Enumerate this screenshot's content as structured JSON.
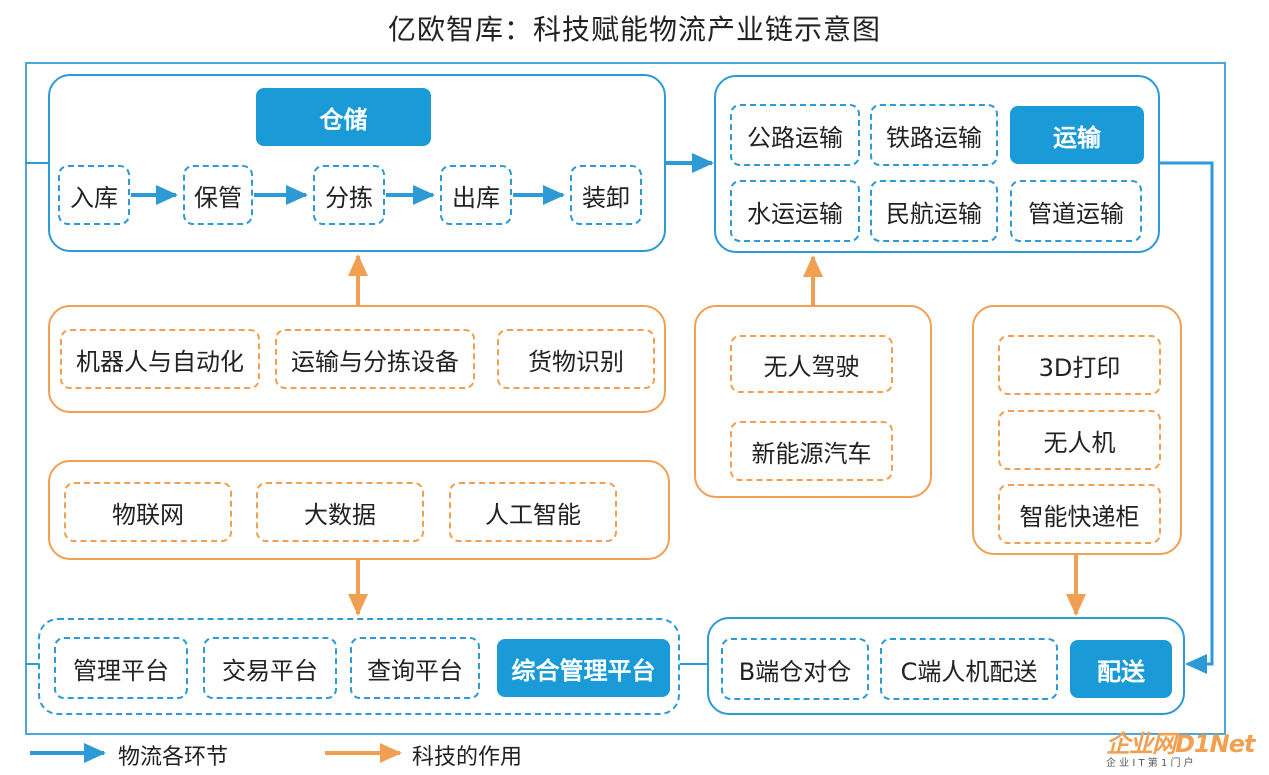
{
  "title": "亿欧智库：科技赋能物流产业链示意图",
  "warehouse": {
    "header": "仓储",
    "steps": [
      "入库",
      "保管",
      "分拣",
      "出库",
      "装卸"
    ]
  },
  "transport": {
    "header": "运输",
    "items": [
      "公路运输",
      "铁路运输",
      "水运运输",
      "民航运输",
      "管道运输"
    ]
  },
  "warehouse_tech": [
    "机器人与自动化",
    "运输与分拣设备",
    "货物识别"
  ],
  "transport_tech": [
    "无人驾驶",
    "新能源汽车"
  ],
  "delivery_tech": [
    "3D打印",
    "无人机",
    "智能快递柜"
  ],
  "base_tech": [
    "物联网",
    "大数据",
    "人工智能"
  ],
  "platform": {
    "items": [
      "管理平台",
      "交易平台",
      "查询平台"
    ],
    "header": "综合管理平台"
  },
  "delivery": {
    "items": [
      "B端仓对仓",
      "C端人机配送"
    ],
    "header": "配送"
  },
  "legend": {
    "logistics": "物流各环节",
    "tech": "科技的作用"
  },
  "watermark": {
    "main": "企业网D1Net",
    "sub": "企 业 I T 第 1 门 户"
  },
  "colors": {
    "blue": "#2d9ad5",
    "orange": "#f0a050",
    "header_fill": "#1a9bd7"
  }
}
